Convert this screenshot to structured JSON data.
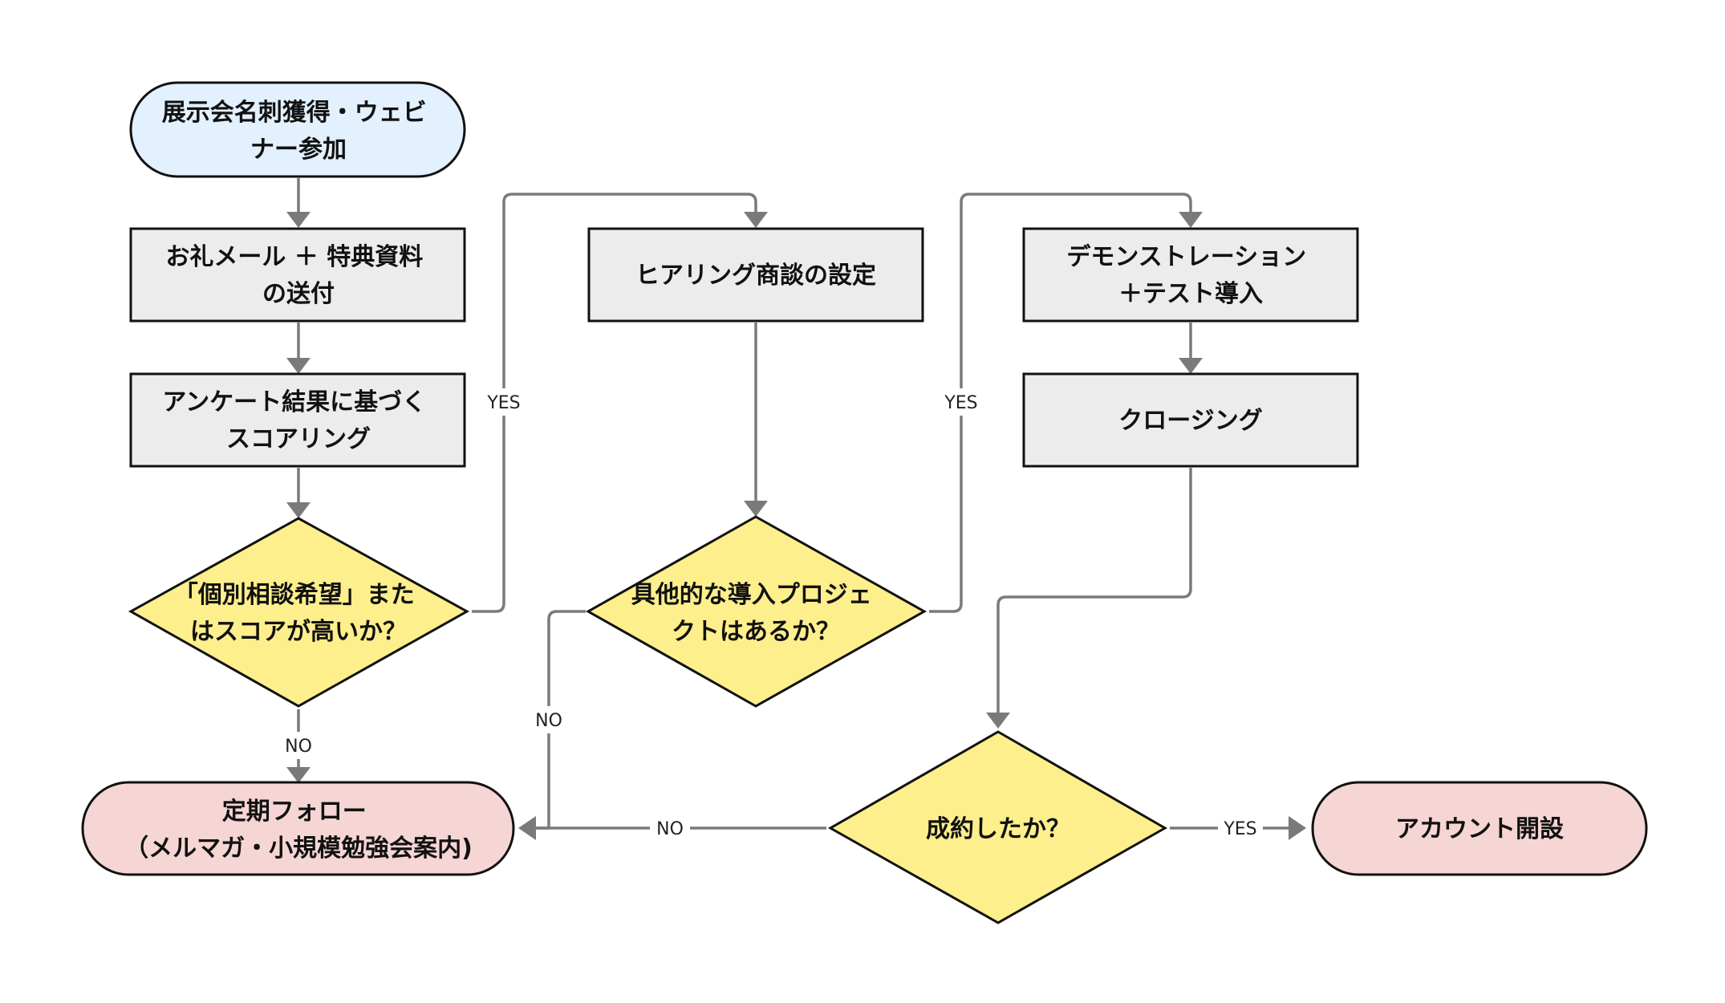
{
  "colors": {
    "start": "#e3f0fd",
    "process": "#ececec",
    "decision": "#fdef8c",
    "end": "#f6d5d5",
    "stroke": "#111111",
    "edge": "#7a7a7a"
  },
  "nodes": {
    "start": {
      "lines": [
        "展示会名刺獲得・ウェビ",
        "ナー参加"
      ]
    },
    "thanks_mail": {
      "lines": [
        "お礼メール ＋ 特典資料",
        "の送付"
      ]
    },
    "scoring": {
      "lines": [
        "アンケート結果に基づく",
        "スコアリング"
      ]
    },
    "decision_interest": {
      "lines": [
        "「個別相談希望」また",
        "はスコアが高いか？"
      ]
    },
    "hearing": {
      "lines": [
        "ヒアリング商談の設定"
      ]
    },
    "decision_project": {
      "lines": [
        "具他的な導入プロジェ",
        "クトはあるか？"
      ]
    },
    "demo": {
      "lines": [
        "デモンストレーション",
        "＋テスト導入"
      ]
    },
    "closing": {
      "lines": [
        "クロージング"
      ]
    },
    "decision_contract": {
      "lines": [
        "成約したか？"
      ]
    },
    "followup": {
      "lines": [
        "定期フォロー",
        "（メルマガ・小規模勉強会案内)"
      ]
    },
    "account": {
      "lines": [
        "アカウント開設"
      ]
    }
  },
  "edge_labels": {
    "interest_yes": "YES",
    "interest_no": "NO",
    "project_yes": "YES",
    "project_no": "NO",
    "contract_no": "NO",
    "contract_yes": "YES"
  }
}
